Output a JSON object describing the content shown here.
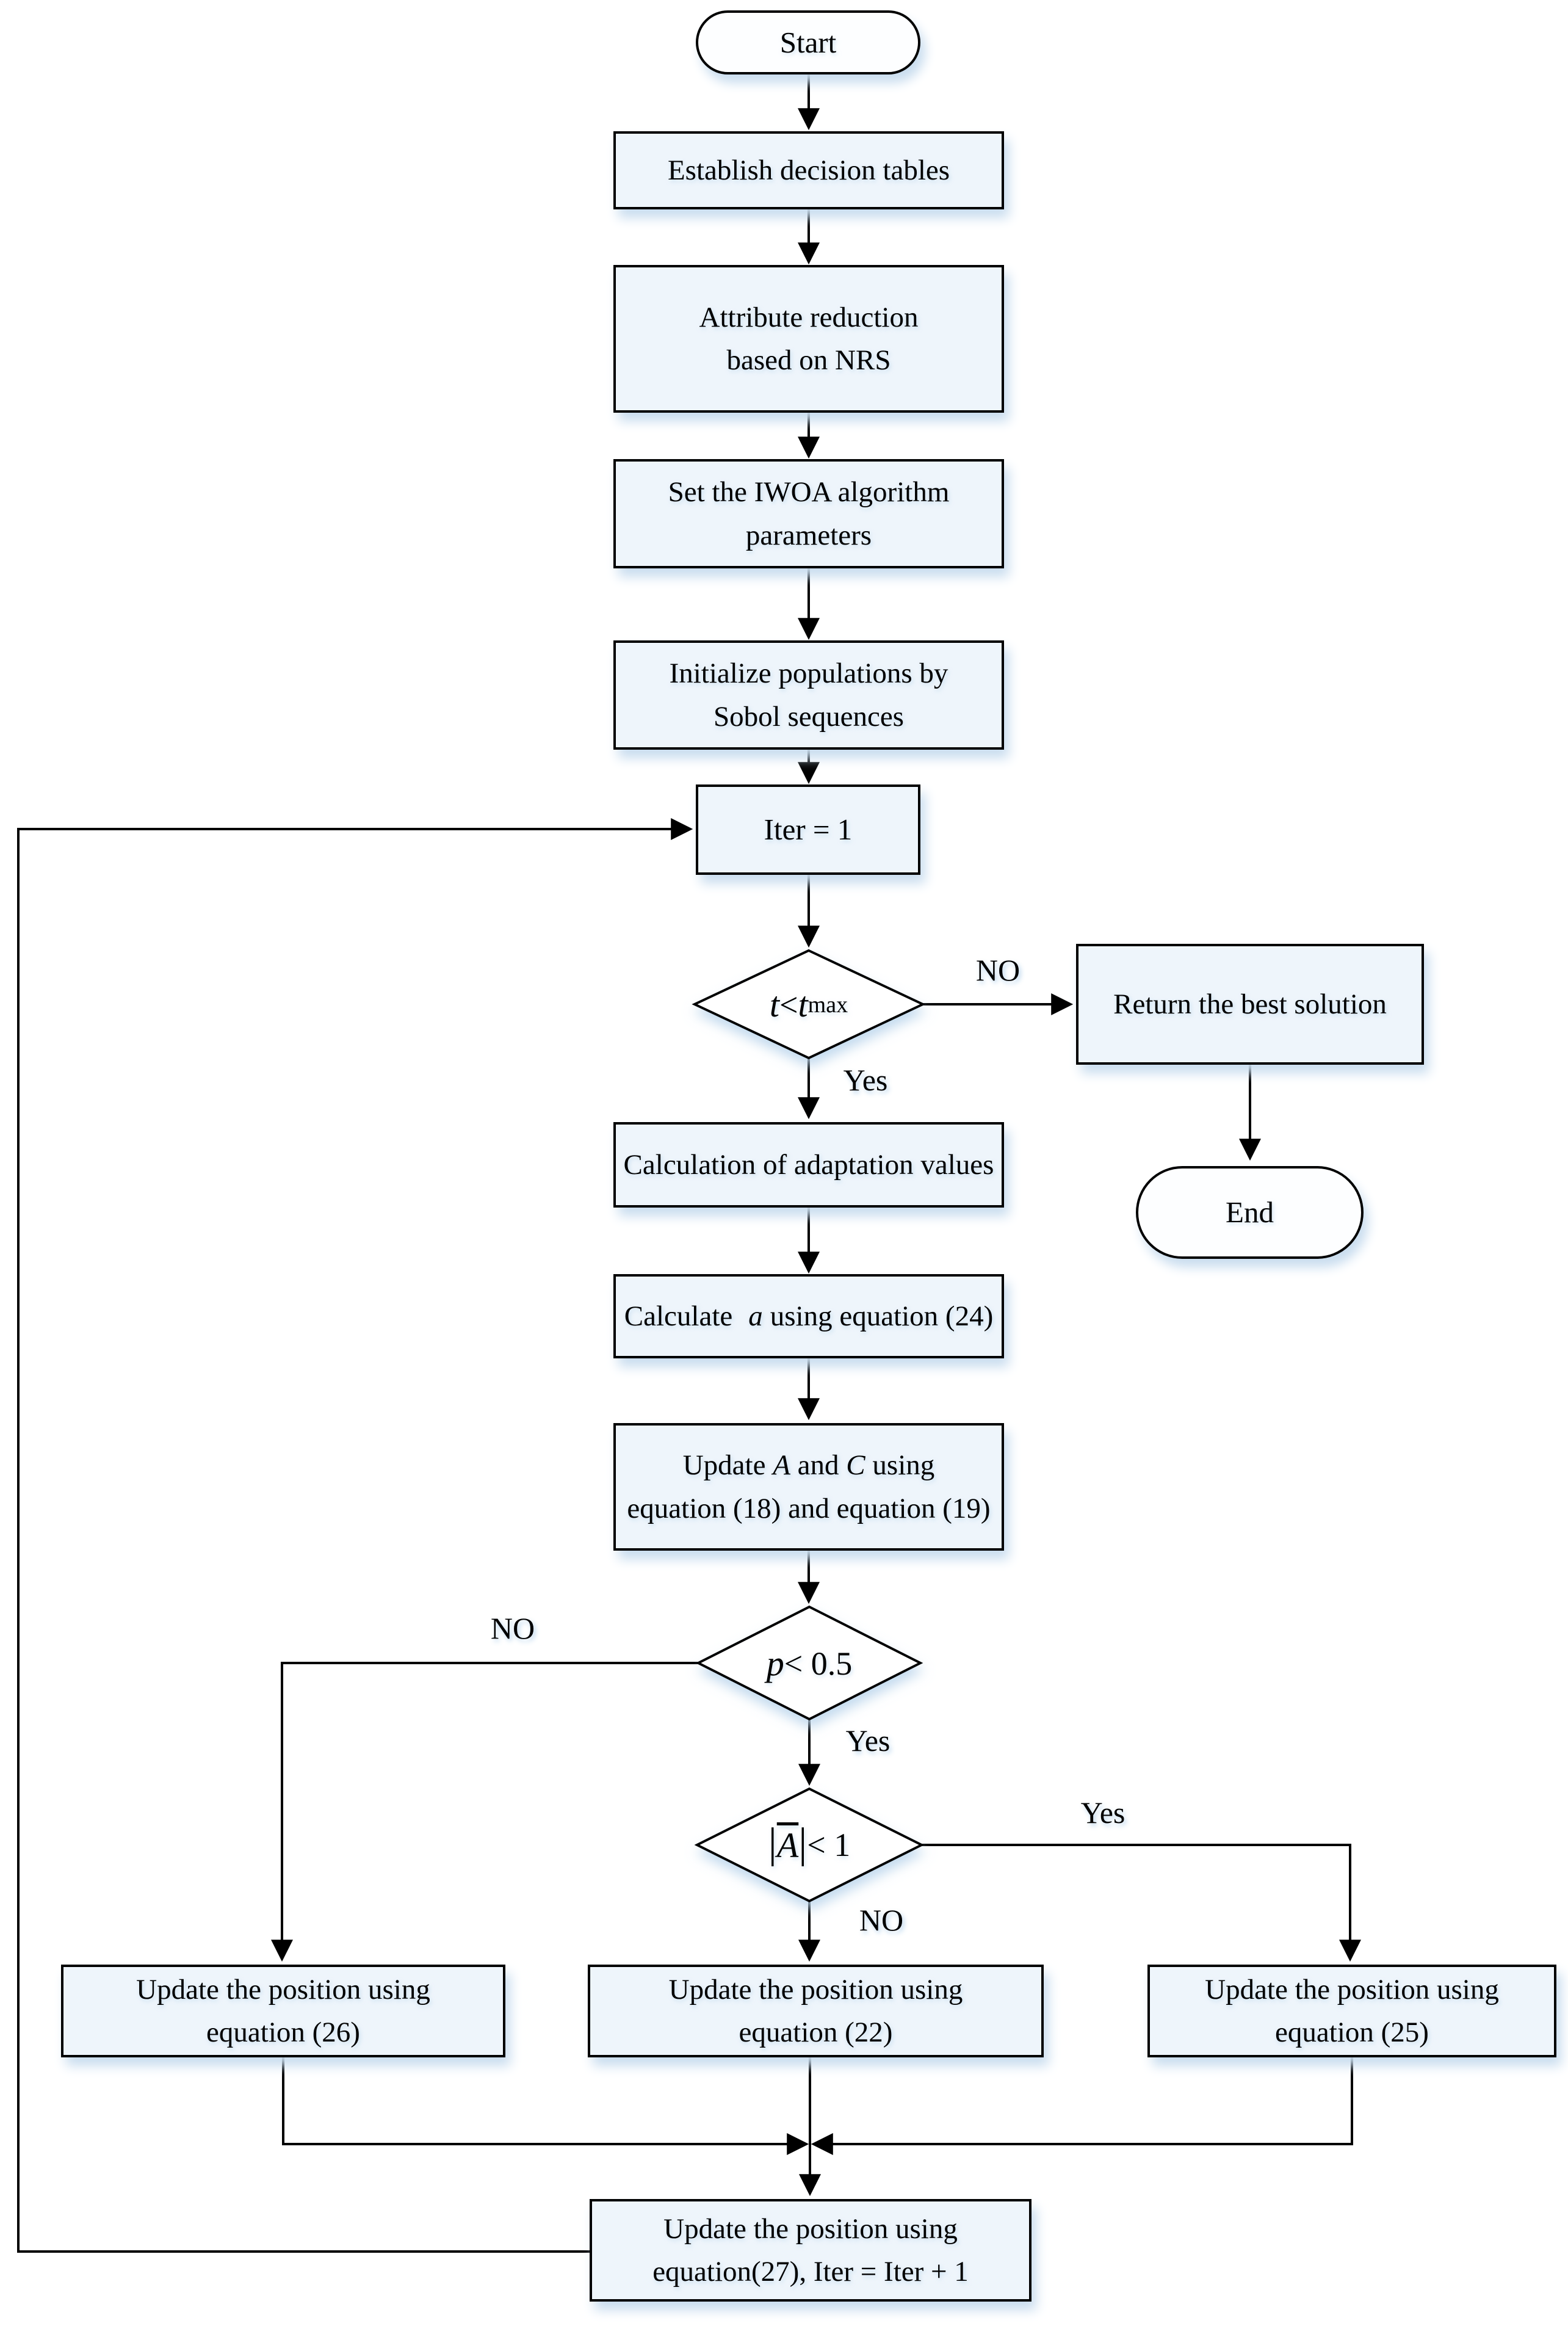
{
  "colors": {
    "stroke": "#000000",
    "box_fill": "#eef5fb",
    "shadow": "#c9ddef",
    "text": "#000000"
  },
  "nodes": {
    "start": "Start",
    "establish": "Establish decision tables",
    "attribute1": "Attribute reduction",
    "attribute2": "based on NRS",
    "setparams1": "Set the IWOA algorithm",
    "setparams2": "parameters",
    "initpop1": "Initialize populations by",
    "initpop2": "Sobol sequences",
    "iter": "Iter = 1",
    "d1_t1": "t",
    "d1_op": " < ",
    "d1_t2": "t",
    "d1_sub": "max",
    "return_best": "Return the best solution",
    "end": "End",
    "adaptation": "Calculation of adaptation values",
    "calc1": "Calculate",
    "calc_a": "a",
    "calc2": "using equation (24)",
    "ac1": "Update ",
    "ac_A": "A",
    "ac2": " and ",
    "ac_C": "C",
    "ac3": " using",
    "ac4": "equation (18) and equation (19)",
    "d2_p": "p",
    "d2_rest": " < 0.5",
    "d3_bar1": "|",
    "d3_A": "A",
    "d3_bar2": "|",
    "d3_rest": " < 1",
    "upd_line26": "Update the position using",
    "upd26": "equation (26)",
    "upd_line22": "Update the position using",
    "upd22": "equation (22)",
    "upd_line25": "Update the position using",
    "upd25": "equation (25)",
    "final1": "Update the position using",
    "final2": "equation(27), Iter = Iter + 1"
  },
  "labels": {
    "no1": "NO",
    "yes1": "Yes",
    "no2": "NO",
    "yes2": "Yes",
    "yes3": "Yes",
    "no3": "NO"
  }
}
